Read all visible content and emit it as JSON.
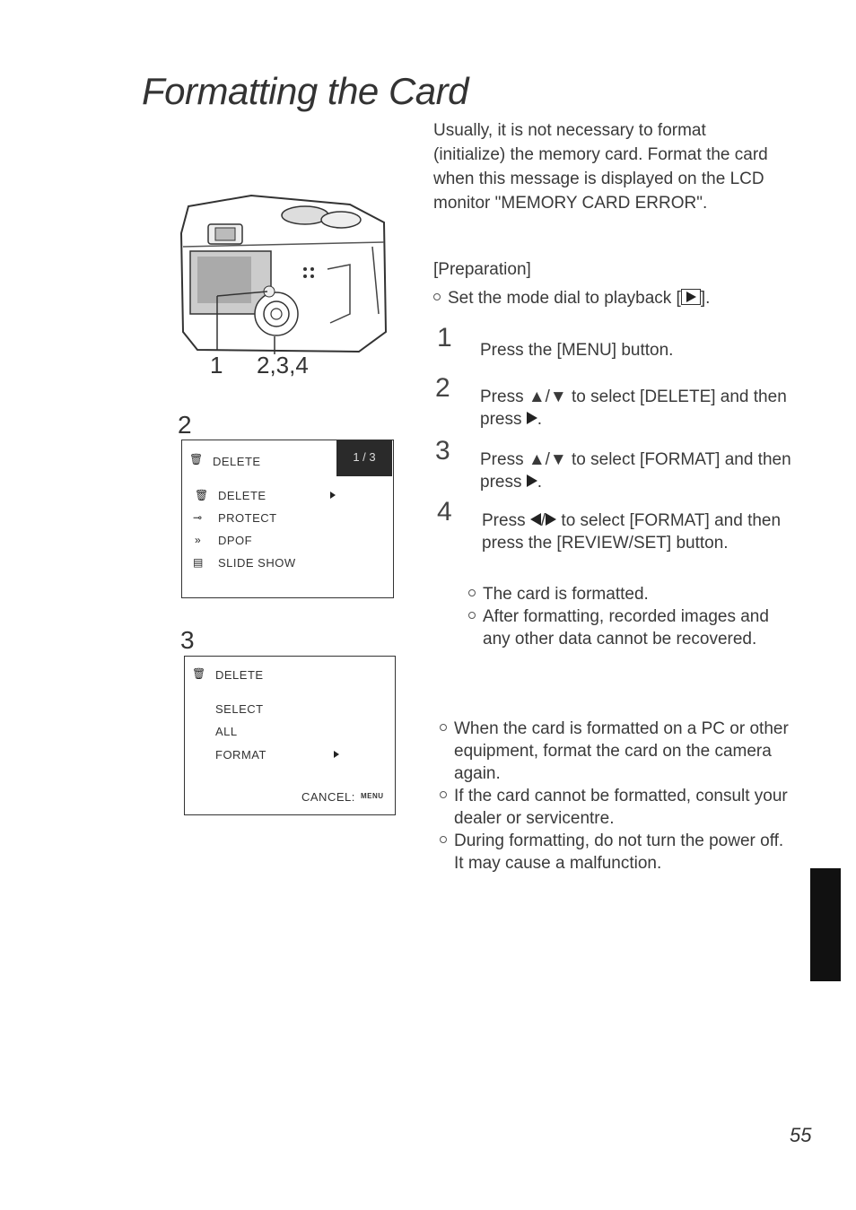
{
  "page": {
    "title": "Formatting the Card",
    "page_number": "55"
  },
  "intro": {
    "text": "Usually, it is not necessary to format (initialize) the memory card. Format the card when this message is displayed on the LCD monitor \"MEMORY CARD ERROR\"."
  },
  "preparation": {
    "heading": "[Preparation]",
    "item_prefix": "Set the mode dial to playback [",
    "item_suffix": "]."
  },
  "steps": [
    {
      "num": "1",
      "text": "Press the [MENU] button."
    },
    {
      "num": "2",
      "text_a": "Press ▲/▼ to select [DELETE] and then press",
      "text_b": "."
    },
    {
      "num": "3",
      "text_a": "Press ▲/▼ to select [FORMAT] and then press",
      "text_b": "."
    },
    {
      "num": "4",
      "text_a": "Press",
      "text_b": "to select [FORMAT] and then press the [REVIEW/SET] button."
    }
  ],
  "step4_bullets": [
    "The card is formatted.",
    "After formatting, recorded images and any other data cannot be recovered."
  ],
  "notes": [
    "When the card is formatted on a PC or other equipment, format the card on the camera again.",
    "If the card cannot be formatted, consult your dealer or servicentre.",
    "During formatting, do not turn the power off. It may cause a malfunction."
  ],
  "camera": {
    "label_menu": "1",
    "label_dial": "2,3,4"
  },
  "screen2": {
    "num": "2",
    "header": "DELETE",
    "page_badge": "1 / 3",
    "items": [
      "DELETE",
      "PROTECT",
      "DPOF",
      "SLIDE SHOW"
    ]
  },
  "screen3": {
    "num": "3",
    "header": "DELETE",
    "items": [
      "SELECT",
      "ALL",
      "FORMAT"
    ],
    "cancel": "CANCEL:",
    "cancel_key": "MENU"
  }
}
